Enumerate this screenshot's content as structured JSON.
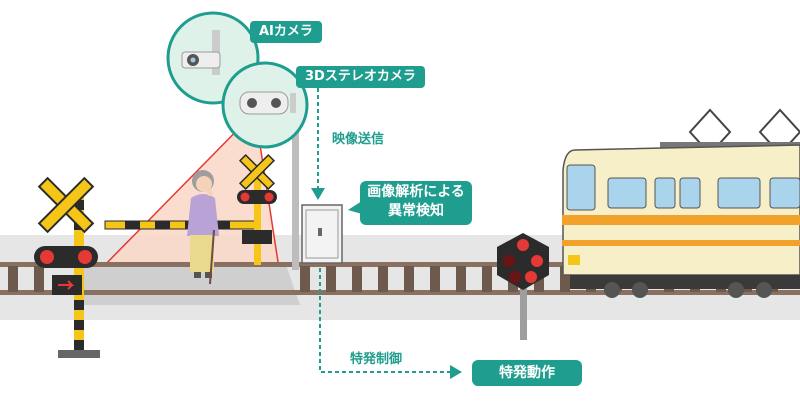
{
  "labels": {
    "ai_camera": "AIカメラ",
    "stereo_camera": "3Dステレオカメラ",
    "video_transmission": "映像送信",
    "analysis_line1": "画像解析による",
    "analysis_line2": "異常検知",
    "special_control": "特発制御",
    "special_operation": "特発動作"
  },
  "colors": {
    "accent": "#1f9d8f",
    "train_body": "#f6efc8",
    "train_stripe": "#f2a22a",
    "crossing_black": "#2b2b2b",
    "crossing_yellow": "#f5c518",
    "warning_red": "#e53935",
    "track": "#8a7060",
    "ground": "#e6e6e6",
    "camera_view": "#f9d7c7"
  },
  "icons": [
    "ai-camera-icon",
    "stereo-camera-icon",
    "crossing-signal-icon",
    "railway-signal-icon",
    "control-box-icon",
    "train-icon",
    "person-with-cane-icon"
  ]
}
